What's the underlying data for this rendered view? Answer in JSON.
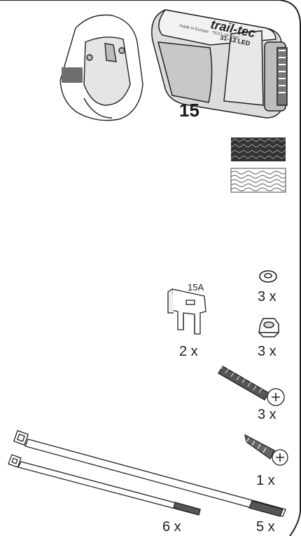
{
  "box_label": "15",
  "module": {
    "brand": "trail-tec",
    "model": "31-13 LED",
    "fine_print": "made in Europe",
    "fine_print_2": "TEST OF EMC"
  },
  "fuse": {
    "rating": "15A",
    "qty": "2 x"
  },
  "washer": {
    "qty": "3 x"
  },
  "nut": {
    "qty": "3 x"
  },
  "screw": {
    "qty": "3 x"
  },
  "self_tap_screw": {
    "qty": "1 x"
  },
  "tie_short": {
    "qty": "6 x"
  },
  "tie_long": {
    "qty": "5 x"
  }
}
